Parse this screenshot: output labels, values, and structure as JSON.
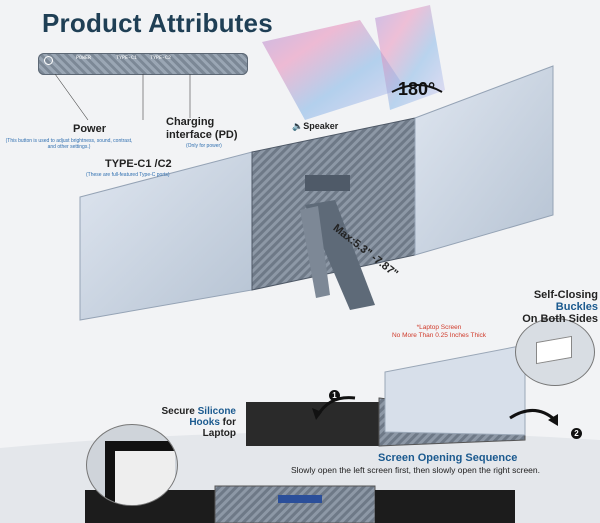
{
  "heading": {
    "title": "Product Attributes"
  },
  "port_strip": {
    "power": "POWER",
    "typec1": "TYPE-C1",
    "typec2": "TYPE-C2"
  },
  "power": {
    "label": "Power",
    "note": "(This button is used to adjust brightness, sound, contrast, and other settings.)"
  },
  "charging": {
    "label_line1": "Charging",
    "label_line2": "interface (PD)",
    "note": "(Only for power)"
  },
  "typec": {
    "label": "TYPE-C1 /C2",
    "note": "(These are full-featured Type-C ports)"
  },
  "speaker": {
    "label": "Speaker"
  },
  "rotation": {
    "label": "180°"
  },
  "stand": {
    "label": "Max:5.3\" -7.87\""
  },
  "buckles": {
    "line1a": "Self-Closing ",
    "line1b": "Buckles",
    "line2": "On Both Sides"
  },
  "laptop_note": {
    "line1": "*Laptop Screen",
    "line2": "No More Than 0.25 Inches Thick"
  },
  "hooks": {
    "line1a": "Secure ",
    "line1b": "Silicone",
    "line2a": "Hooks ",
    "line2b": "for Laptop"
  },
  "sequence": {
    "title": "Screen Opening Sequence",
    "text": "Slowly open the left screen first, then slowly open the right screen.",
    "step1": "1",
    "step2": "2"
  },
  "colors": {
    "navy": "#1f3f55",
    "blue": "#1b5a8f",
    "red": "#d03a2a"
  }
}
